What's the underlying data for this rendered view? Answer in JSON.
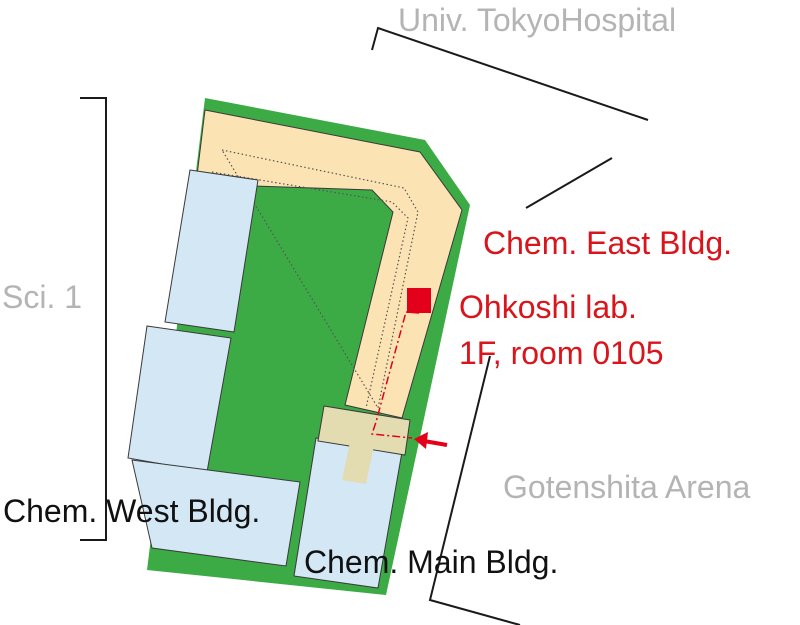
{
  "labels": {
    "hospital": "Univ. TokyoHospital",
    "sci1": "Sci. 1",
    "east_bldg": "Chem. East Bldg.",
    "lab_name": "Ohkoshi lab.",
    "lab_room": "1F, room 0105",
    "arena": "Gotenshita Arena",
    "west_bldg": "Chem. West Bldg.",
    "main_bldg": "Chem. Main Bldg."
  },
  "colors": {
    "grass": "#3cab45",
    "building": "#d3e7f5",
    "corridor": "#fbe3b4",
    "entrance": "#e3dcb0",
    "highlight": "#e2001a",
    "label_red": "#d9141b",
    "label_gray": "#b4b4b4"
  },
  "legend_icons": {
    "target_room": "red-square-marker",
    "entrance": "red-arrow-icon"
  }
}
